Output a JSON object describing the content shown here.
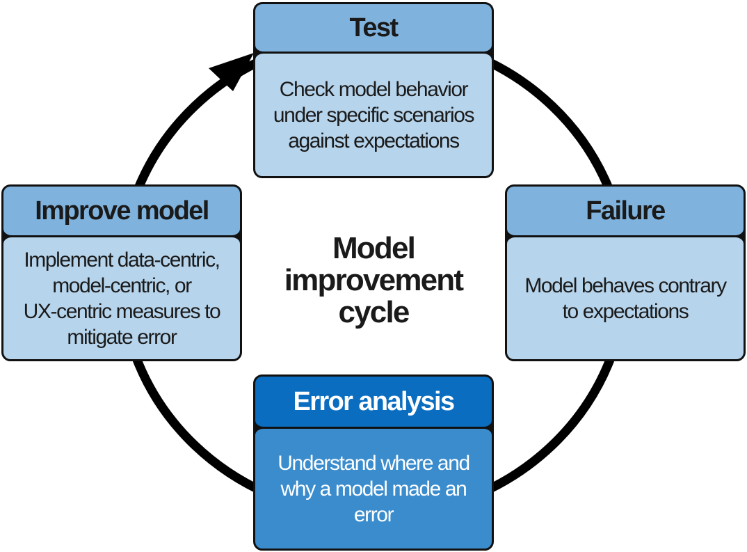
{
  "diagram": {
    "center_title_lines": [
      "Model",
      "improvement",
      "cycle"
    ],
    "colors": {
      "ring": "#000000",
      "light_header": "#7fb3de",
      "light_body": "#b6d4ec",
      "dark_header": "#0a6dbf",
      "dark_body": "#3a8ccd"
    },
    "stages": {
      "test": {
        "title": "Test",
        "description_lines": [
          "Check model behavior",
          "under specific scenarios",
          "against expectations"
        ]
      },
      "failure": {
        "title": "Failure",
        "description_lines": [
          "Model behaves contrary",
          "to expectations"
        ]
      },
      "error_analysis": {
        "title": "Error analysis",
        "description_lines": [
          "Understand where and",
          "why a model made an",
          "error"
        ]
      },
      "improve_model": {
        "title": "Improve model",
        "description_lines": [
          "Implement data-centric,",
          "model-centric, or",
          "UX-centric measures to",
          "mitigate error"
        ]
      }
    }
  }
}
